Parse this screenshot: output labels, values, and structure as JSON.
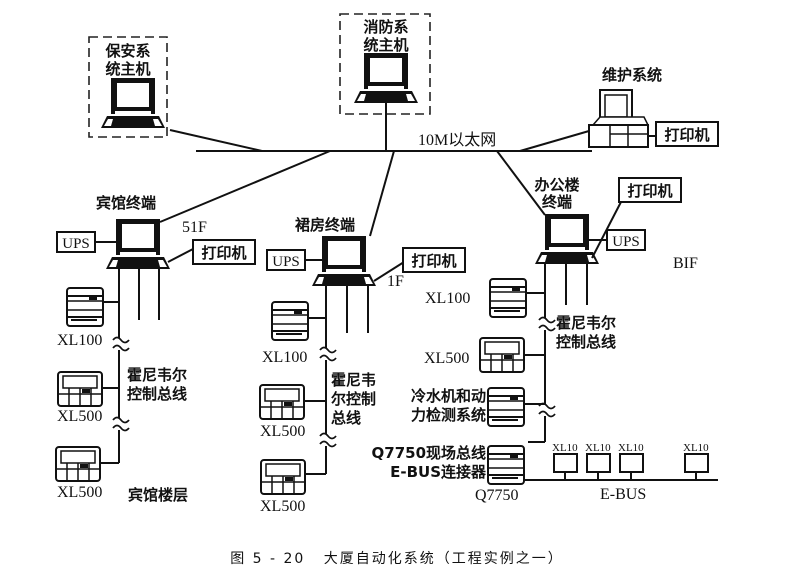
{
  "network": {
    "label": "10M以太网"
  },
  "hosts": {
    "security": {
      "label_line1": "保安系",
      "label_line2": "统主机"
    },
    "fire": {
      "label_line1": "消防系",
      "label_line2": "统主机"
    },
    "maintenance": {
      "label": "维护系统",
      "printer": "打印机"
    }
  },
  "terminals": {
    "hotel": {
      "label": "宾馆终端",
      "floor": "51F",
      "ups": "UPS",
      "printer": "打印机"
    },
    "podium": {
      "label": "裙房终端",
      "floor": "1F",
      "ups": "UPS",
      "printer": "打印机"
    },
    "office": {
      "label_line1": "办公楼",
      "label_line2": "终端",
      "floor": "BIF",
      "ups": "UPS",
      "printer": "打印机"
    }
  },
  "hotel_floor": {
    "devices": [
      "XL100",
      "XL500",
      "XL500"
    ],
    "bus_line1": "霍尼韦尔",
    "bus_line2": "控制总线",
    "area": "宾馆楼层"
  },
  "podium_floor": {
    "devices": [
      "XL100",
      "XL500",
      "XL500"
    ],
    "bus_line1": "霍尼韦",
    "bus_line2": "尔控制",
    "bus_line3": "总线"
  },
  "office_floor": {
    "devices": [
      "XL100",
      "XL500"
    ],
    "bus_line1": "霍尼韦尔",
    "bus_line2": "控制总线",
    "chiller_line1": "冷水机和动",
    "chiller_line2": "力检测系统",
    "q7750_line1": "Q7750现场总线",
    "q7750_line2": "E-BUS连接器",
    "q7750_label": "Q7750",
    "ebus_devices": [
      "XL10",
      "XL10",
      "XL10",
      "XL10"
    ],
    "ebus_label": "E-BUS"
  },
  "caption": {
    "figure_no": "图 5 - 20",
    "title": "大厦自动化系统（工程实例之一）"
  }
}
